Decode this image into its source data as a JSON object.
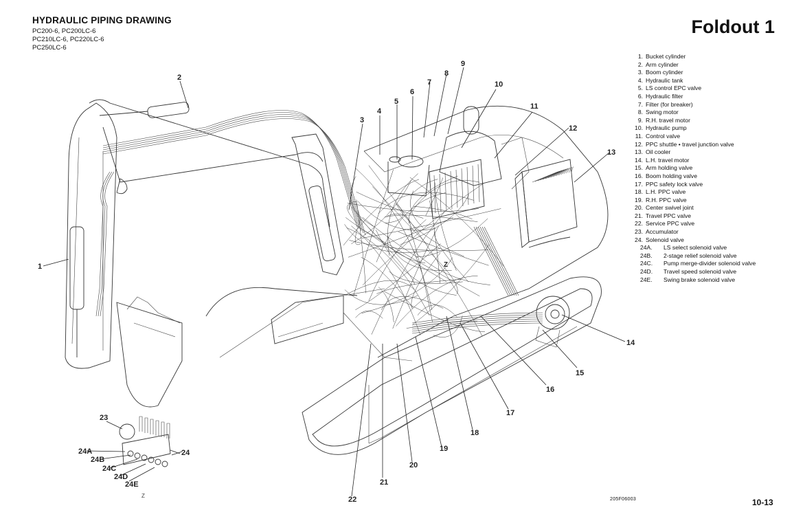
{
  "header": {
    "title": "HYDRAULIC PIPING DRAWING",
    "models": [
      "PC200-6, PC200LC-6",
      "PC210LC-6, PC220LC-6",
      "PC250LC-6"
    ],
    "foldout": "Foldout 1"
  },
  "legend": {
    "items": [
      {
        "num": "1.",
        "label": "Bucket cylinder"
      },
      {
        "num": "2.",
        "label": "Arm cylinder"
      },
      {
        "num": "3.",
        "label": "Boom cylinder"
      },
      {
        "num": "4.",
        "label": "Hydraulic tank"
      },
      {
        "num": "5.",
        "label": "LS control EPC valve"
      },
      {
        "num": "6.",
        "label": "Hydraulic filter"
      },
      {
        "num": "7.",
        "label": "Filter (for breaker)"
      },
      {
        "num": "8.",
        "label": "Swing motor"
      },
      {
        "num": "9.",
        "label": "R.H. travel motor"
      },
      {
        "num": "10.",
        "label": "Hydraulic pump"
      },
      {
        "num": "11.",
        "label": "Control valve"
      },
      {
        "num": "12.",
        "label": "PPC shuttle • travel junction valve"
      },
      {
        "num": "13.",
        "label": "Oil cooler"
      },
      {
        "num": "14.",
        "label": "L.H. travel motor"
      },
      {
        "num": "15.",
        "label": "Arm holding valve"
      },
      {
        "num": "16.",
        "label": "Boom holding valve"
      },
      {
        "num": "17.",
        "label": "PPC safety lock valve"
      },
      {
        "num": "18.",
        "label": "L.H. PPC valve"
      },
      {
        "num": "19.",
        "label": "R.H. PPC valve"
      },
      {
        "num": "20.",
        "label": "Center swivel joint"
      },
      {
        "num": "21.",
        "label": "Travel PPC valve"
      },
      {
        "num": "22.",
        "label": "Service PPC valve"
      },
      {
        "num": "23.",
        "label": "Accumulator"
      },
      {
        "num": "24.",
        "label": "Solenoid valve"
      }
    ],
    "subitems": [
      {
        "num": "24A.",
        "label": "LS select solenoid valve"
      },
      {
        "num": "24B.",
        "label": "2-stage relief solenoid valve"
      },
      {
        "num": "24C.",
        "label": "Pump merge-divider solenoid valve"
      },
      {
        "num": "24D.",
        "label": "Travel speed solenoid valve"
      },
      {
        "num": "24E.",
        "label": "Swing brake solenoid valve"
      }
    ]
  },
  "callouts": {
    "c1": "1",
    "c2": "2",
    "c3": "3",
    "c4": "4",
    "c5": "5",
    "c6": "6",
    "c7": "7",
    "c8": "8",
    "c9": "9",
    "c10": "10",
    "c11": "11",
    "c12": "12",
    "c13": "13",
    "c14": "14",
    "c15": "15",
    "c16": "16",
    "c17": "17",
    "c18": "18",
    "c19": "19",
    "c20": "20",
    "c21": "21",
    "c22": "22",
    "c23": "23",
    "c24": "24",
    "c24a": "24A",
    "c24b": "24B",
    "c24c": "24C",
    "c24d": "24D",
    "c24e": "24E",
    "view_z_main": "Z",
    "view_z_detail": "Z"
  },
  "footer": {
    "figure_code": "205F06003",
    "page": "10-13"
  }
}
